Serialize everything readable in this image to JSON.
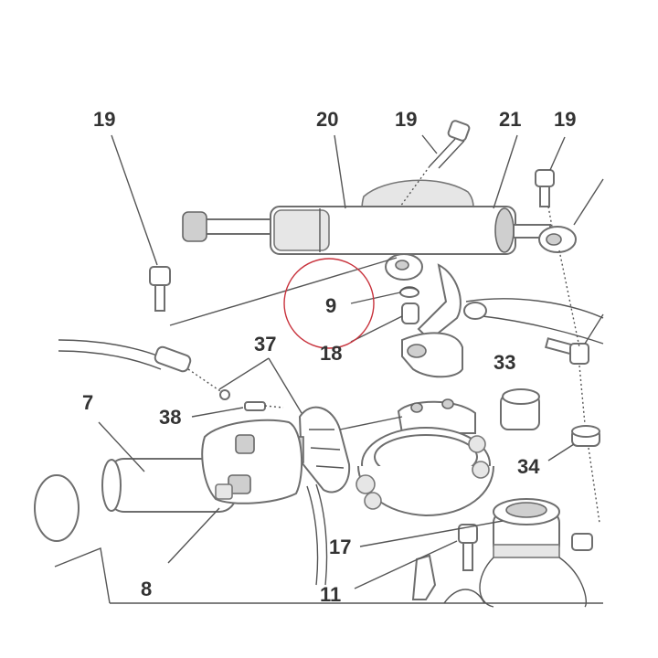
{
  "diagram": {
    "labels": {
      "l19a": "19",
      "l20": "20",
      "l19b": "19",
      "l21": "21",
      "l19c": "19",
      "l9": "9",
      "l37": "37",
      "l18": "18",
      "l33": "33",
      "l7": "7",
      "l38": "38",
      "l34": "34",
      "l17": "17",
      "l8": "8",
      "l11": "11"
    },
    "highlight_color": "#c8323c"
  }
}
